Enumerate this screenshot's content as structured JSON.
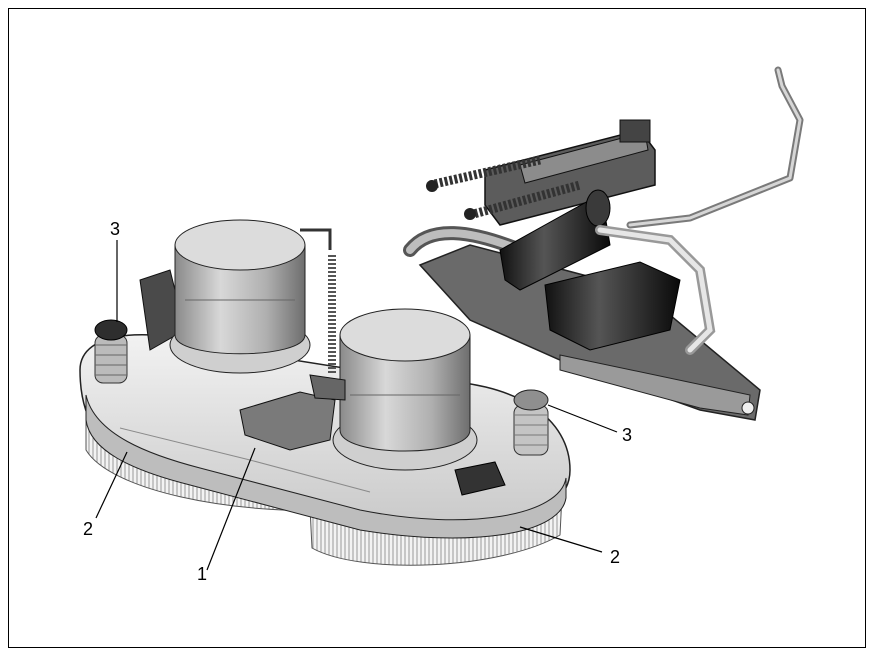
{
  "figure": {
    "callouts": [
      {
        "label": "1",
        "part": "brush-deck"
      },
      {
        "label": "2",
        "part": "brush"
      },
      {
        "label": "2",
        "part": "brush"
      },
      {
        "label": "3",
        "part": "bumper-roller"
      },
      {
        "label": "3",
        "part": "bumper-roller"
      }
    ]
  }
}
